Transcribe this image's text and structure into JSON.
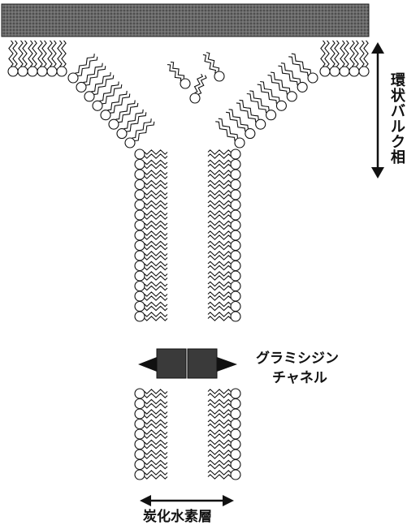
{
  "labels": {
    "bulk_phase": "環状バルク相",
    "channel_line1": "グラミシジン",
    "channel_line2": "チャネル",
    "hydrocarbon_layer": "炭化水素層"
  },
  "colors": {
    "ink": "#111111",
    "substrate": "#555555",
    "channel": "#3a3a3a",
    "background": "#ffffff"
  }
}
